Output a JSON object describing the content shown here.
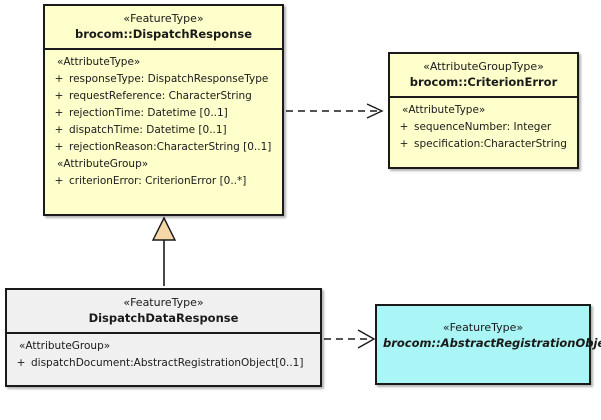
{
  "diagram": {
    "type": "uml-class-diagram",
    "background_color": "#ffffff",
    "colors": {
      "featuretype_fill": "#ffffcc",
      "attributegrouptype_fill": "#ffffcc",
      "subtype_fill": "#f0f0f0",
      "abstract_fill": "#aaf5f5",
      "border": "#1a1a1a",
      "generalization_arrow_fill": "#f5d7a8"
    }
  },
  "classes": {
    "dispatch_response": {
      "stereotype": "«FeatureType»",
      "name": "brocom::DispatchResponse",
      "abstract": false,
      "compartments": [
        {
          "group": "«AttributeType»",
          "attributes": [
            {
              "visibility": "+",
              "text": "responseType: DispatchResponseType"
            },
            {
              "visibility": "+",
              "text": "requestReference: CharacterString"
            },
            {
              "visibility": "+",
              "text": "rejectionTime: Datetime [0..1]"
            },
            {
              "visibility": "+",
              "text": "dispatchTime: Datetime [0..1]"
            },
            {
              "visibility": "+",
              "text": "rejectionReason:CharacterString [0..1]"
            }
          ]
        },
        {
          "group": "«AttributeGroup»",
          "attributes": [
            {
              "visibility": "+",
              "text": "criterionError: CriterionError [0..*]"
            }
          ]
        }
      ]
    },
    "criterion_error": {
      "stereotype": "«AttributeGroupType»",
      "name": "brocom::CriterionError",
      "abstract": false,
      "compartments": [
        {
          "group": "«AttributeType»",
          "attributes": [
            {
              "visibility": "+",
              "text": "sequenceNumber: Integer"
            },
            {
              "visibility": "+",
              "text": "specification:CharacterString"
            }
          ]
        }
      ]
    },
    "dispatch_data_response": {
      "stereotype": "«FeatureType»",
      "name": "DispatchDataResponse",
      "abstract": false,
      "compartments": [
        {
          "group": "«AttributeGroup»",
          "attributes": [
            {
              "visibility": "+",
              "text": "dispatchDocument:AbstractRegistrationObject[0..1]"
            }
          ]
        }
      ]
    },
    "abstract_registration_object": {
      "stereotype": "«FeatureType»",
      "name": "brocom::AbstractRegistrationObject",
      "abstract": true,
      "compartments": []
    }
  },
  "relationships": [
    {
      "kind": "dependency",
      "style": "dashed-open-arrow",
      "from": "dispatch_response",
      "to": "criterion_error"
    },
    {
      "kind": "generalization",
      "style": "solid-hollow-triangle",
      "from": "dispatch_data_response",
      "to": "dispatch_response"
    },
    {
      "kind": "dependency",
      "style": "dashed-open-arrow",
      "from": "dispatch_data_response",
      "to": "abstract_registration_object"
    }
  ]
}
